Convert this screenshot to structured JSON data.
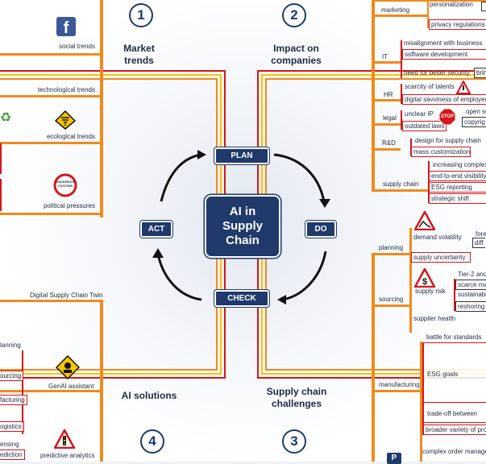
{
  "core": {
    "label": "AI in\nSupply\nChain"
  },
  "cycle": {
    "plan": "PLAN",
    "do": "DO",
    "check": "CHECK",
    "act": "ACT"
  },
  "quadrants": [
    {
      "number": "1",
      "title": "Market\ntrends"
    },
    {
      "number": "2",
      "title": "Impact on\ncompanies"
    },
    {
      "number": "3",
      "title": "Supply chain\nchallenges"
    },
    {
      "number": "4",
      "title": "AI solutions"
    }
  ],
  "market_trends": {
    "social": "social trends",
    "technological": "technological trends",
    "ecological": "ecological trends",
    "political": "political pressures",
    "political_sign": "DANGEROUS CUSTOMS"
  },
  "ai_solutions": {
    "twin": "Digital Supply Chain Twin",
    "genai": "GenAI assistant",
    "predictive": "predictive analytics",
    "fragments": [
      "lanning",
      "ourcing",
      "facturing",
      "ogistics",
      "ensing",
      "ediction"
    ]
  },
  "impact": {
    "marketing": "marketing",
    "marketing_items": [
      "personalization",
      "privacy regulations"
    ],
    "it": "IT",
    "it_items": [
      "misalignment with business",
      "software development",
      "need for better security"
    ],
    "it_fragment": "brin",
    "hr": "HR",
    "hr_items": [
      "scarcity of talents",
      "digital savviness of employees"
    ],
    "legal": "legal",
    "legal_items": [
      "unclear IP",
      "outdated laws"
    ],
    "legal_sign": "STOP",
    "legal_fragments": [
      "open so",
      "copyrig"
    ],
    "rd": "R&D",
    "rd_items": [
      "design for supply chain",
      "mass customization"
    ],
    "supply_chain": "supply chain",
    "supply_chain_items": [
      "increasing complexit",
      "end-to-end visibility",
      "ESG reporting",
      "strategic shift"
    ]
  },
  "challenges": {
    "planning": "planning",
    "planning_items": [
      "demand volatility",
      "supply uncertainty"
    ],
    "planning_fragments": [
      "fore",
      "diff"
    ],
    "sourcing": "sourcing",
    "sourcing_items": [
      "supply risk",
      "supplier health"
    ],
    "sourcing_fragments": [
      "Tier-2 and",
      "scarce ma",
      "sustainabl",
      "reshoring"
    ],
    "manufacturing": "manufacturing",
    "manufacturing_items": [
      "battle for standards",
      "ESG goals",
      "trade-off between",
      "broader variety of prod"
    ],
    "logistics_fragment": "complex order managem"
  },
  "colors": {
    "navy": "#1f3a6b",
    "orange": "#f08a1c",
    "red": "#d5161b",
    "yellow": "#f7c600"
  }
}
